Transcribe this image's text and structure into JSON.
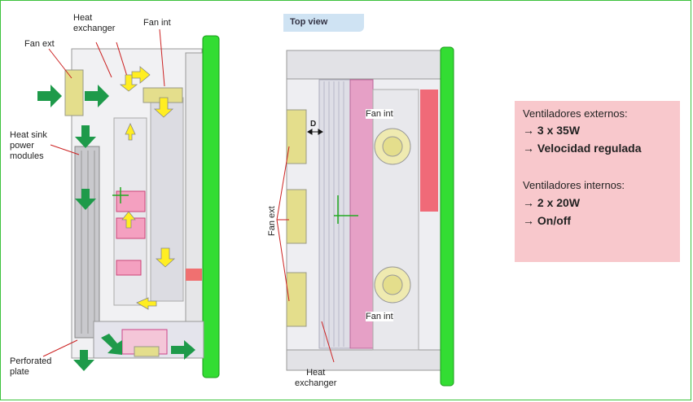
{
  "left_view": {
    "labels": {
      "fan_ext": "Fan ext",
      "heat_exchanger": "Heat\nexchanger",
      "fan_int": "Fan int",
      "heat_sink": "Heat sink\npower\nmodules",
      "perforated_plate": "Perforated\nplate"
    }
  },
  "top_view": {
    "badge": "Top view",
    "labels": {
      "fan_int_top": "Fan int",
      "fan_int_bottom": "Fan int",
      "fan_ext": "Fan ext",
      "heat_exchanger": "Heat\nexchanger",
      "d": "D"
    }
  },
  "info_box": {
    "lines": [
      "Ventiladores externos:",
      "→ 3 x 35W",
      "→ Velocidad regulada",
      "Ventiladores internos:",
      "→ 2 x 20W",
      "→ On/off"
    ]
  },
  "colors": {
    "frame_green": "#3cc23c",
    "panel_green": "#33dd33",
    "arrow_green": "#1e9a4a",
    "arrow_yellow": "#ffee22",
    "fan_yellow": "#e4de8c",
    "pink": "#f4a0c0",
    "info_bg": "#f8c8cc"
  }
}
